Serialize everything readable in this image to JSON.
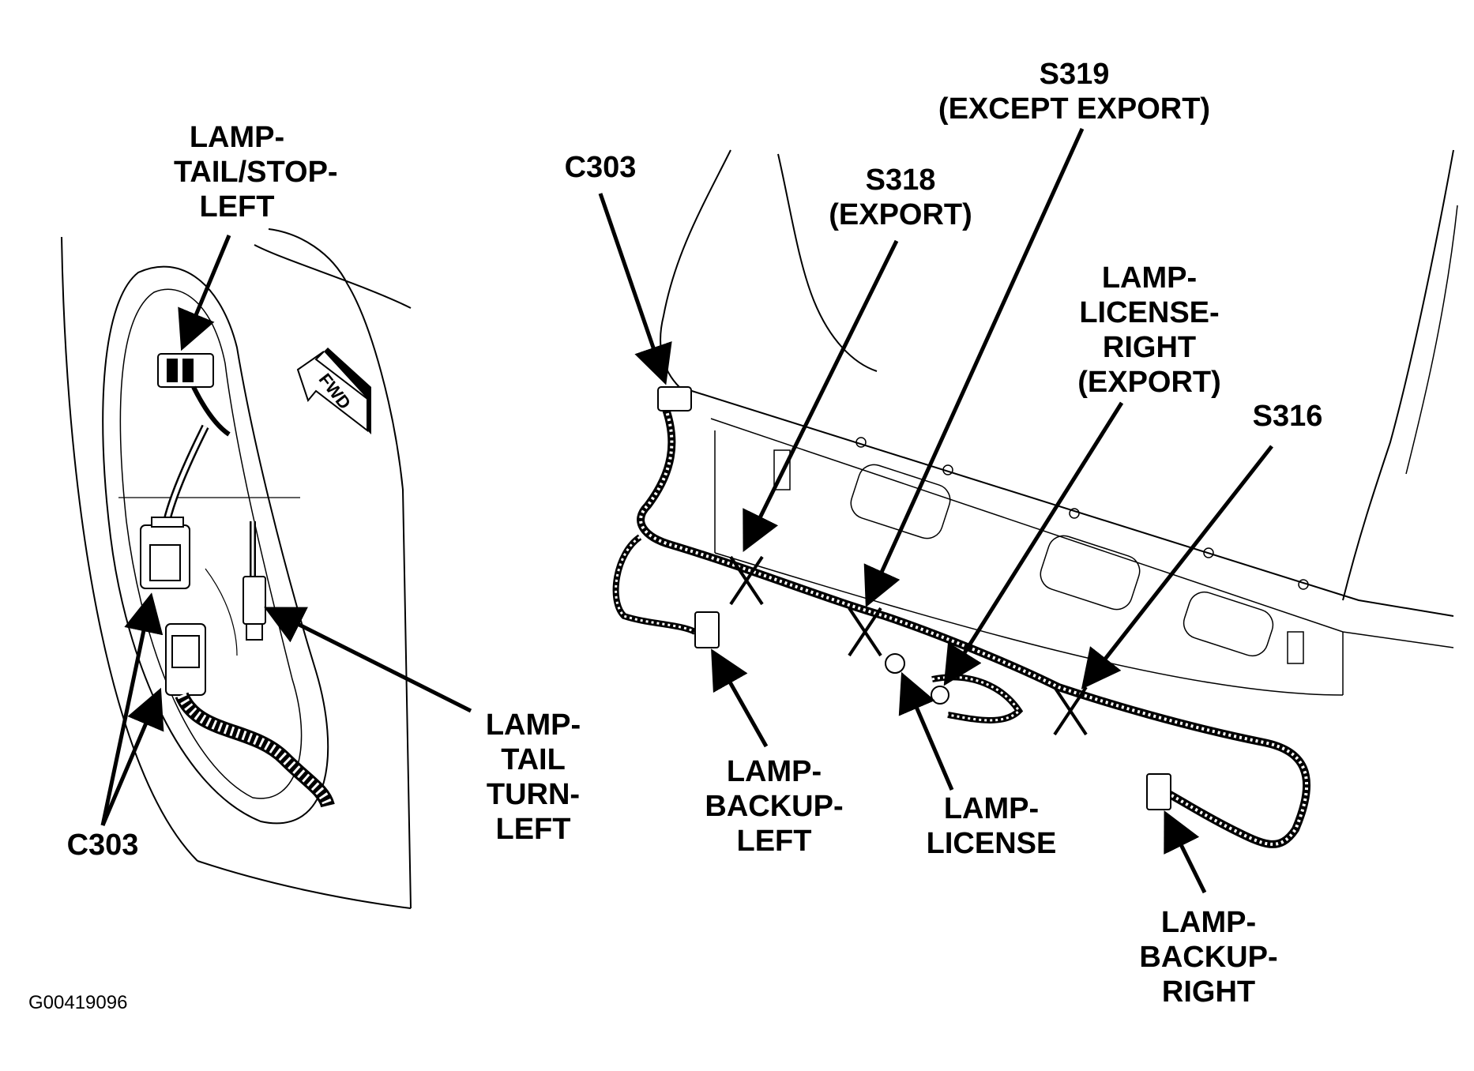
{
  "figure_id": "G00419096",
  "fwd_marker": "FWD",
  "labels": {
    "lamp_tail_stop_left": [
      "LAMP-",
      "TAIL/STOP-",
      "LEFT"
    ],
    "c303_top": [
      "C303"
    ],
    "s318": [
      "S318",
      "(EXPORT)"
    ],
    "s319": [
      "S319",
      "(EXCEPT EXPORT)"
    ],
    "lamp_license_right": [
      "LAMP-",
      "LICENSE-",
      "RIGHT",
      "(EXPORT)"
    ],
    "s316": [
      "S316"
    ],
    "lamp_tail_turn_left": [
      "LAMP-",
      "TAIL",
      "TURN-",
      "LEFT"
    ],
    "c303_bottom": [
      "C303"
    ],
    "lamp_backup_left": [
      "LAMP-",
      "BACKUP-",
      "LEFT"
    ],
    "lamp_license": [
      "LAMP-",
      "LICENSE"
    ],
    "lamp_backup_right": [
      "LAMP-",
      "BACKUP-",
      "RIGHT"
    ]
  }
}
